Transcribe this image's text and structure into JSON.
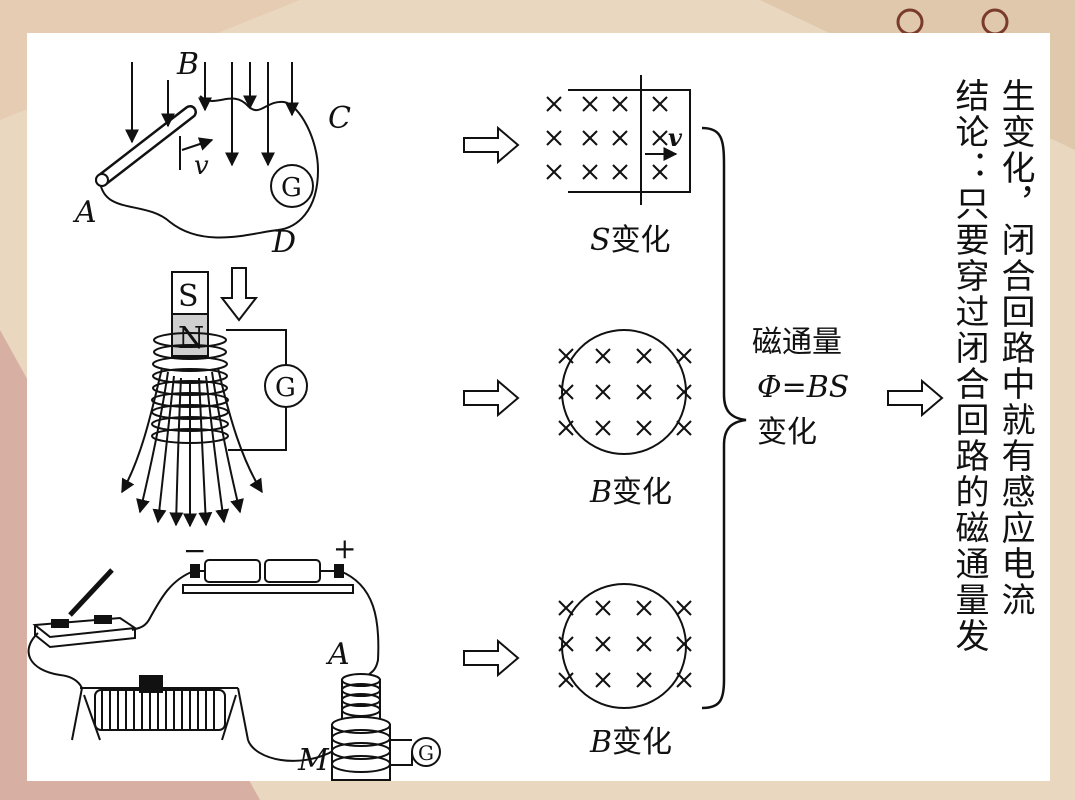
{
  "labels": {
    "B": "B",
    "C": "C",
    "A": "A",
    "D": "D",
    "v": "v",
    "G": "G",
    "S": "S",
    "N": "N",
    "minus": "−",
    "plus": "+",
    "A2": "A",
    "M": "M",
    "v2": "v"
  },
  "captions": {
    "s_var": "S",
    "b_var1": "B",
    "b_var2": "B",
    "change": "变化"
  },
  "flux": {
    "line1": "磁通量",
    "phi": "Φ",
    "eq": "=BS",
    "line3": "变化"
  },
  "conclusion": {
    "col1": "结论：只要穿过闭合回路的磁通量发",
    "col2": "生变化，闭合回路中就有感应电流"
  },
  "colors": {
    "ink": "#111111",
    "background": "#e9d7c0",
    "panel": "#ffffff"
  }
}
